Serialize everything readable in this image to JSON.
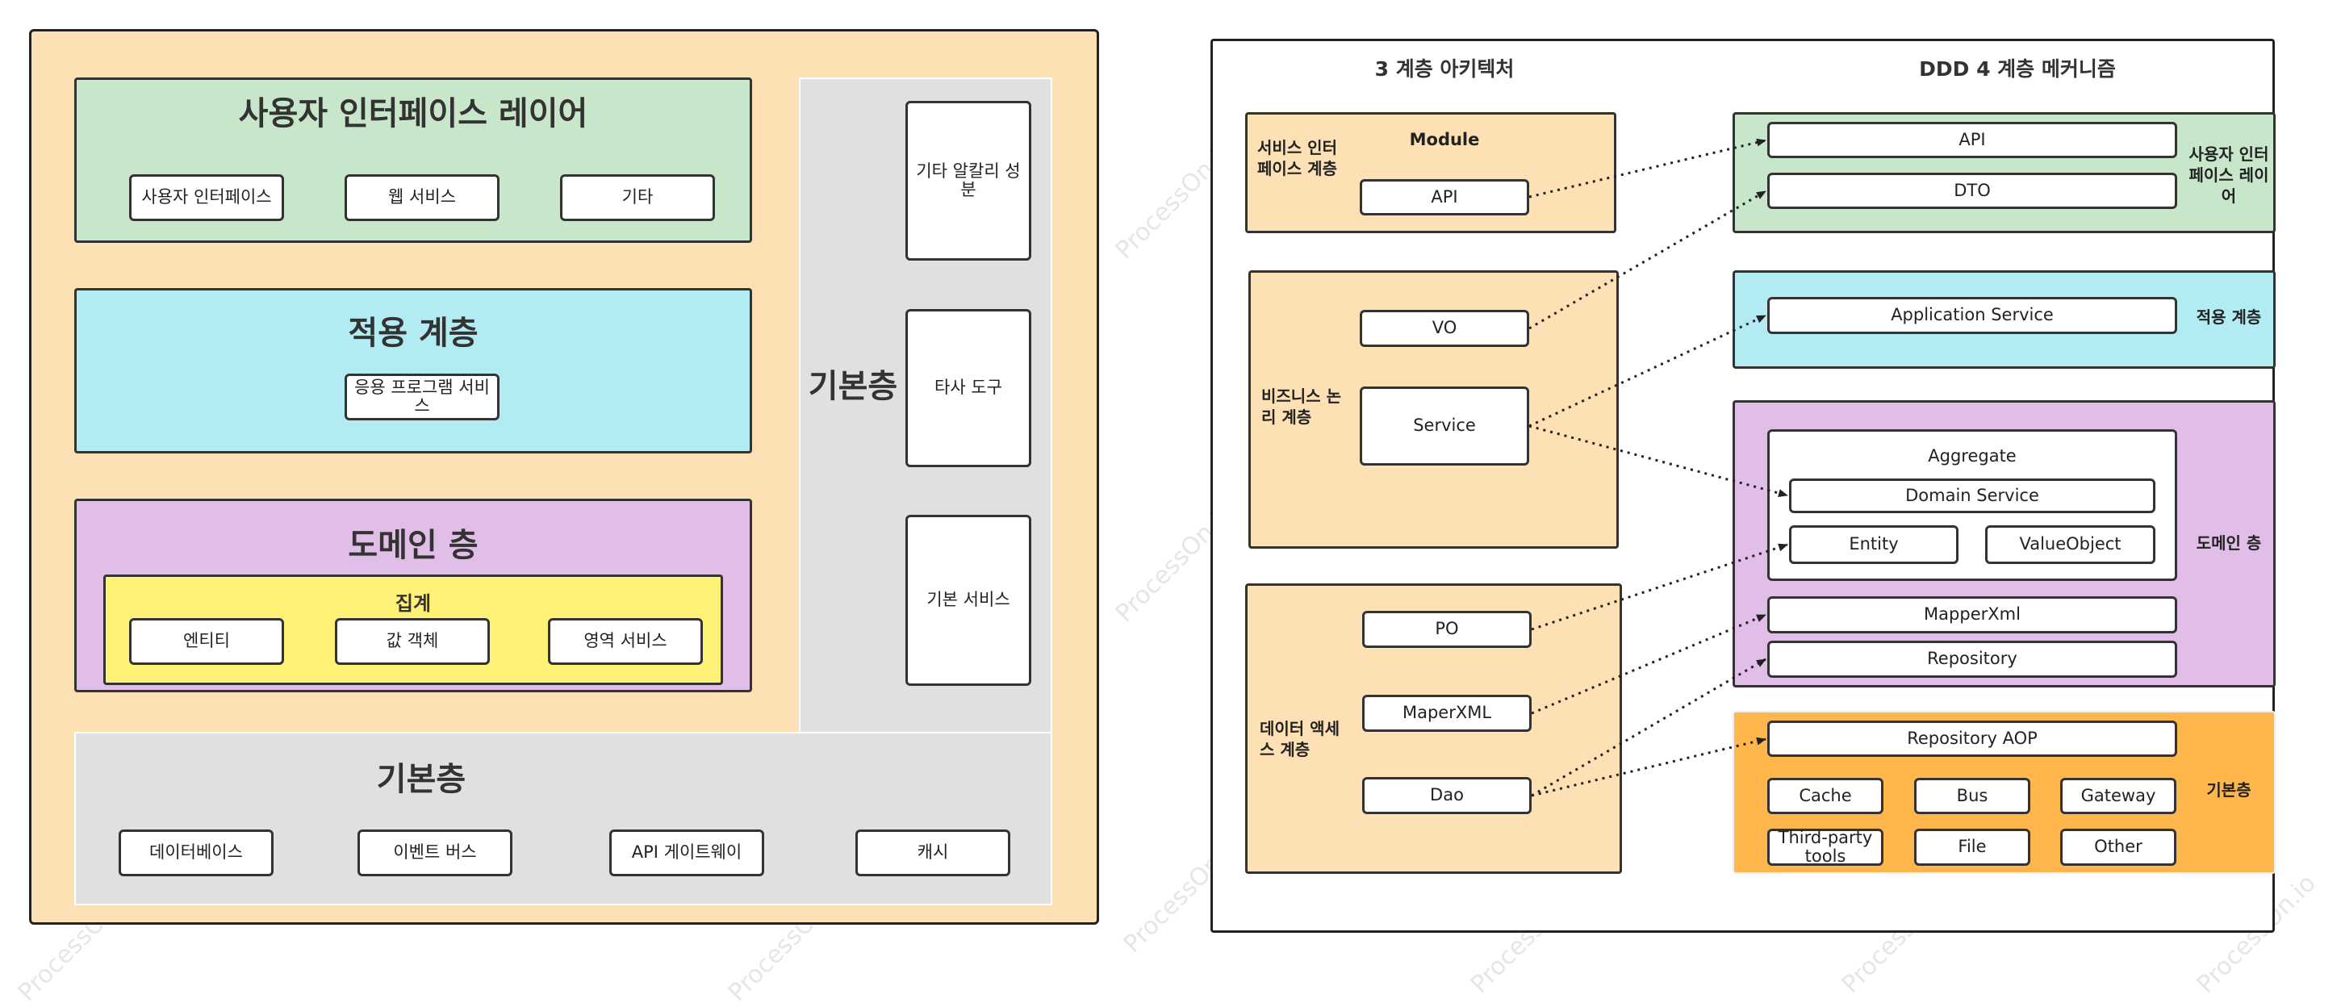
{
  "watermark": "ProcessOn.io",
  "colors": {
    "panel_bg": "#fde0b3",
    "ui_green": "#c8e6c9",
    "app_cyan": "#b2ebf2",
    "domain_purple": "#e1bee7",
    "aggregate_yellow": "#fff176",
    "infra_gray": "#e0e0e0",
    "infra_orange": "#ffb74d"
  },
  "left": {
    "ui_layer": {
      "title": "사용자 인터페이스 레이어",
      "items": [
        "사용자 인터페이스",
        "웹 서비스",
        "기타"
      ]
    },
    "app_layer": {
      "title": "적용 계층",
      "items": [
        "응용 프로그램 서비스"
      ]
    },
    "domain_layer": {
      "title": "도메인 층",
      "aggregate_title": "집계",
      "items": [
        "엔티티",
        "값 객체",
        "영역 서비스"
      ]
    },
    "infra_side": {
      "title": "기본층",
      "items": [
        "기타 알칼리 성분",
        "타사 도구",
        "기본 서비스"
      ]
    },
    "infra_bottom": {
      "title": "기본층",
      "items": [
        "데이터베이스",
        "이벤트 버스",
        "API 게이트웨이",
        "캐시"
      ]
    }
  },
  "right": {
    "heading_left": "3 계층 아키텍처",
    "heading_right": "DDD 4 계층 메커니즘",
    "three_tier": {
      "presentation": {
        "label": "서비스 인터페이스 계층",
        "module_label": "Module",
        "items": [
          "API"
        ]
      },
      "business": {
        "label": "비즈니스 논리 계층",
        "items": [
          "VO",
          "Service"
        ]
      },
      "data": {
        "label": "데이터 액세스 계층",
        "items": [
          "PO",
          "MaperXML",
          "Dao"
        ]
      }
    },
    "ddd": {
      "ui": {
        "label": "사용자 인터페이스 레이어",
        "items": [
          "API",
          "DTO"
        ]
      },
      "app": {
        "label": "적용 계층",
        "items": [
          "Application Service"
        ]
      },
      "domain": {
        "label": "도메인 층",
        "aggregate_title": "Aggregate",
        "items": [
          "Domain Service",
          "Entity",
          "ValueObject",
          "MapperXml",
          "Repository"
        ]
      },
      "infra": {
        "label": "기본층",
        "items": [
          "Repository AOP",
          "Cache",
          "Bus",
          "Gateway",
          "Third-party tools",
          "File",
          "Other"
        ]
      }
    }
  }
}
